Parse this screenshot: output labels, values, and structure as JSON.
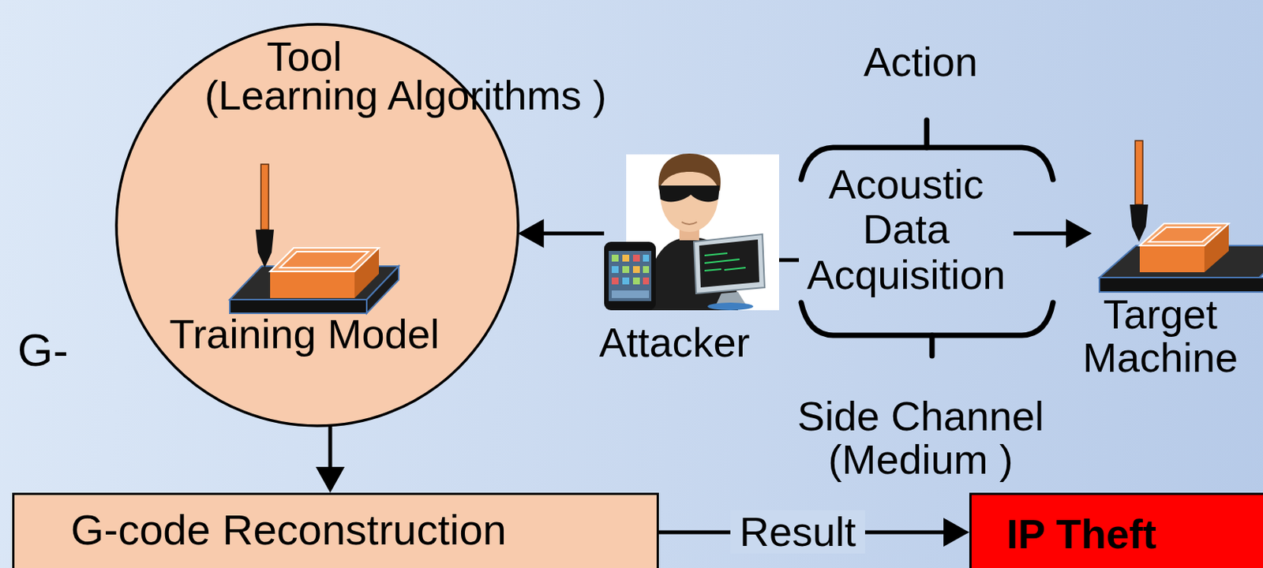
{
  "diagram": {
    "nodes": [
      {
        "text": [
          "Tool",
          "(Learning Algorithms )",
          "Training Model"
        ]
      },
      {
        "text": [
          "Attacker"
        ]
      },
      {
        "text": [
          "Acoustic Data Acquisition"
        ]
      },
      {
        "text": [
          "Target Machine"
        ]
      },
      {
        "text": [
          "G-code Reconstruction"
        ]
      },
      {
        "text": [
          "IP Theft"
        ]
      }
    ],
    "edges": [
      {
        "from": 1,
        "to": 0,
        "arrow": "to"
      },
      {
        "from": 1,
        "to": 2,
        "arrow": "none"
      },
      {
        "from": 2,
        "to": 3,
        "arrow": "to"
      },
      {
        "from": 0,
        "to": 4,
        "arrow": "to"
      },
      {
        "from": 4,
        "to": 5,
        "label": "Result",
        "arrow": "to"
      }
    ],
    "labels": [
      "G-",
      "Action",
      "Side Channel (Medium )"
    ]
  }
}
